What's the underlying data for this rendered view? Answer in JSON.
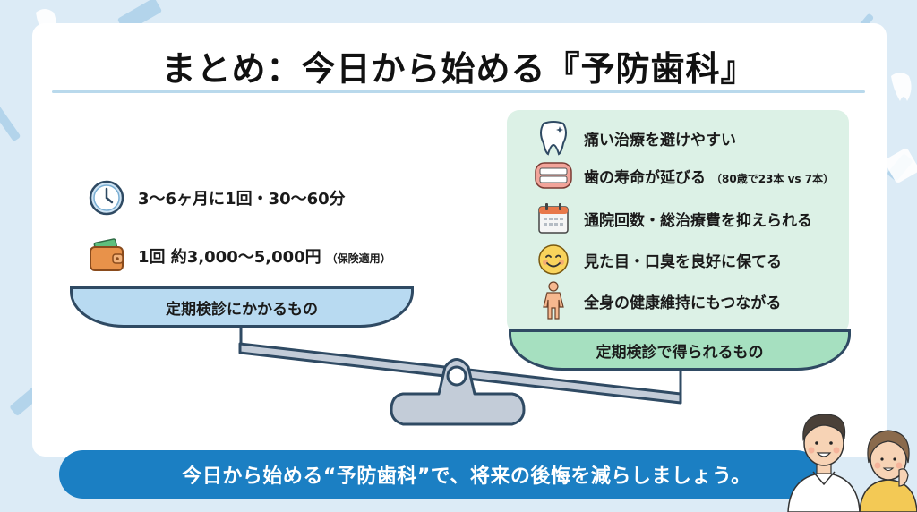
{
  "title": "まとめ：今日から始める『予防歯科』",
  "costs": {
    "label": "定期検診にかかるもの",
    "items": [
      {
        "icon": "clock-icon",
        "text": "3〜6ヶ月に1回・30〜60分",
        "note": ""
      },
      {
        "icon": "wallet-icon",
        "text": "1回 約3,000〜5,000円",
        "note": "（保険適用）"
      }
    ]
  },
  "benefits": {
    "label": "定期検診で得られるもの",
    "items": [
      {
        "icon": "tooth-icon",
        "text": "痛い治療を避けやすい",
        "note": ""
      },
      {
        "icon": "dentures-icon",
        "text": "歯の寿命が延びる",
        "note": "（80歳で23本 vs 7本）"
      },
      {
        "icon": "calendar-icon",
        "text": "通院回数・総治療費を抑えられる",
        "note": ""
      },
      {
        "icon": "smiley-icon",
        "text": "見た目・口臭を良好に保てる",
        "note": ""
      },
      {
        "icon": "person-icon",
        "text": "全身の健康維持にもつながる",
        "note": ""
      }
    ]
  },
  "banner": {
    "text": "今日から始める“予防歯科”で、将来の後悔を減らしましょう。"
  },
  "colors": {
    "background": "#dcebf6",
    "cost_pan": "#b8daf1",
    "benefit_pan": "#a6e0c0",
    "benefit_box": "#dcf1e6",
    "banner": "#1b7fc3",
    "outline": "#2f4a63",
    "scale_gray": "#c3ccd8"
  }
}
